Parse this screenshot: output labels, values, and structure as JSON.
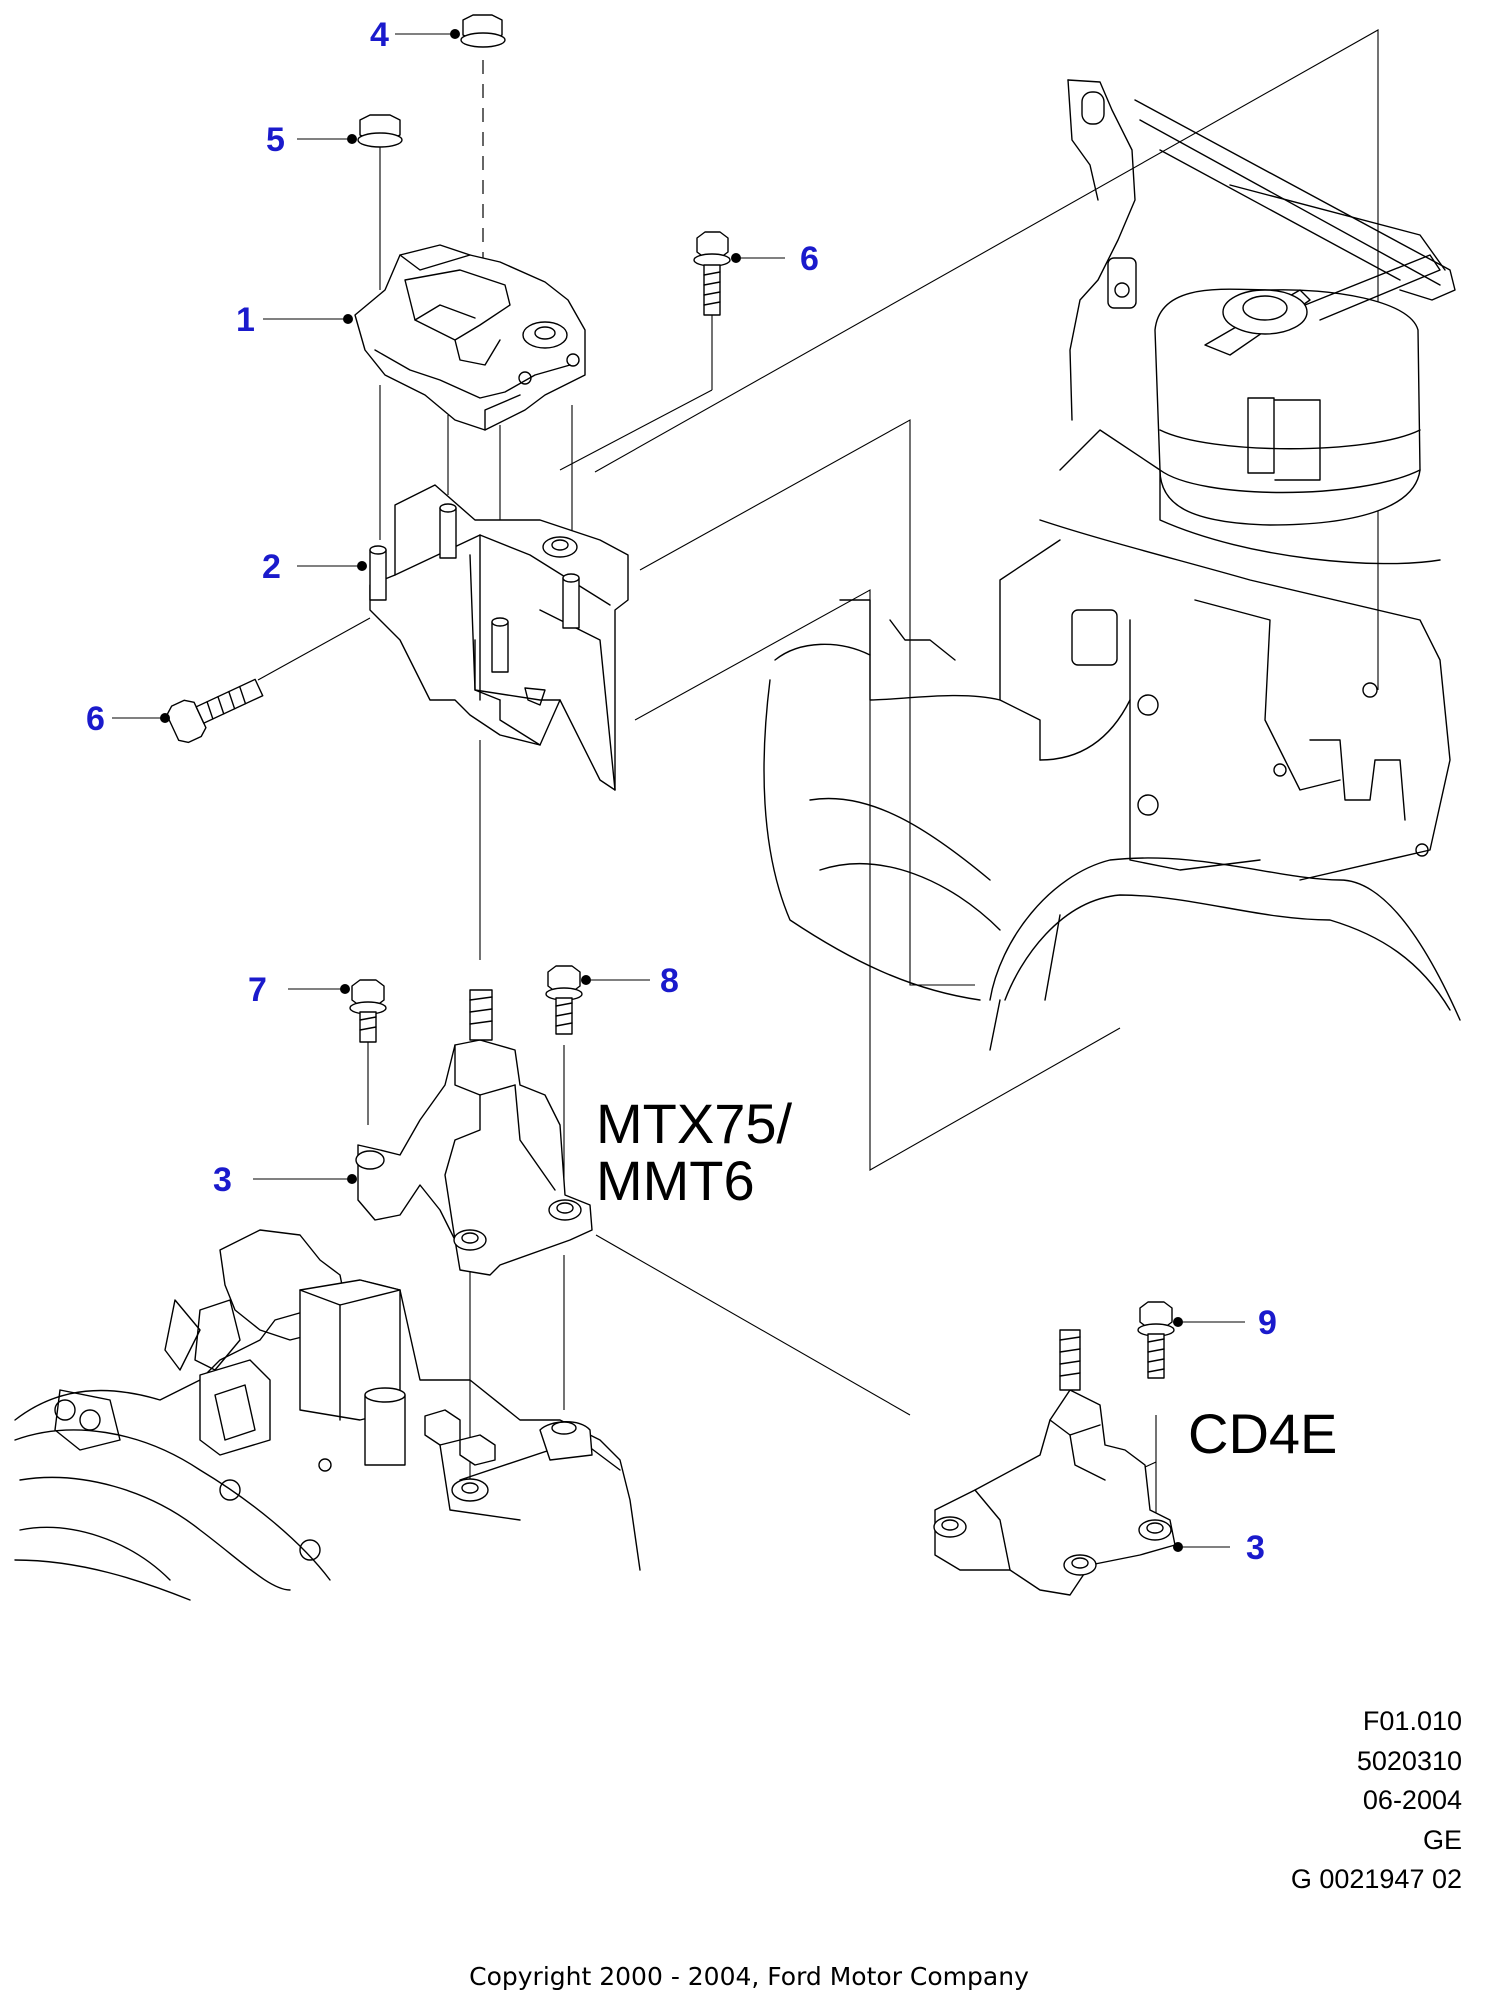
{
  "callouts": [
    {
      "id": "1",
      "label": "1"
    },
    {
      "id": "2",
      "label": "2"
    },
    {
      "id": "3a",
      "label": "3"
    },
    {
      "id": "3b",
      "label": "3"
    },
    {
      "id": "4",
      "label": "4"
    },
    {
      "id": "5",
      "label": "5"
    },
    {
      "id": "6a",
      "label": "6"
    },
    {
      "id": "6b",
      "label": "6"
    },
    {
      "id": "7",
      "label": "7"
    },
    {
      "id": "8",
      "label": "8"
    },
    {
      "id": "9",
      "label": "9"
    }
  ],
  "variants": {
    "manual_line1": "MTX75/",
    "manual_line2": "MMT6",
    "automatic": "CD4E"
  },
  "reference": {
    "line1": "F01.010",
    "line2": "5020310",
    "line3": "06-2004",
    "line4": "GE",
    "line5": "G 0021947 02"
  },
  "copyright": "Copyright 2000 - 2004, Ford Motor Company",
  "colors": {
    "callout": "#1a1acc",
    "linework": "#000000",
    "background": "#ffffff"
  }
}
